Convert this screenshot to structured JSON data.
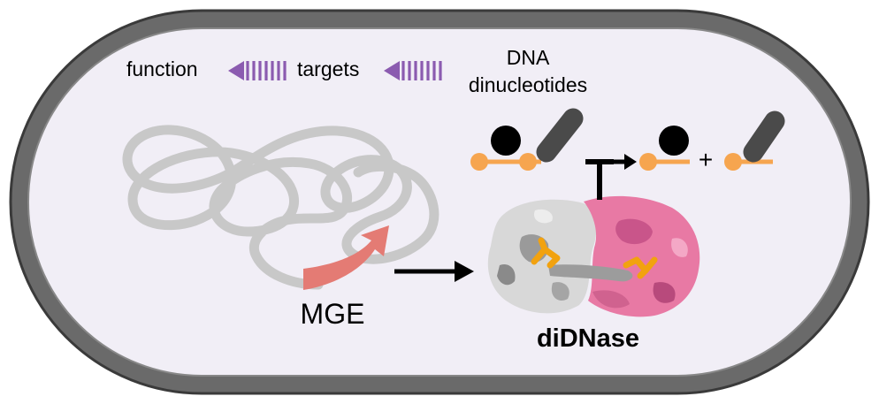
{
  "pathway": {
    "function_label": "function",
    "targets_label": "targets",
    "dna_line1": "DNA",
    "dna_line2": "dinucleotides"
  },
  "labels": {
    "mge": "MGE",
    "didnase": "diDNase",
    "plus": "+"
  },
  "colors": {
    "cell_wall": "#6a6a6a",
    "cytoplasm": "#f1eef6",
    "dna": "#c8c8c8",
    "mge_arrow": "#e47b74",
    "pathway_arrow": "#8b5bb0",
    "nucleotide_orange": "#f6a54f",
    "base_black": "#000000",
    "base_gray": "#4a4a4a",
    "protein_gray": "#dcdcdc",
    "protein_pink": "#e879a4",
    "ligand_orange": "#f2a20f"
  },
  "icons": [
    "hatched-arrow-icon",
    "hatched-arrow-icon",
    "nucleotide-icon",
    "inhibition-icon",
    "arrow-icon"
  ]
}
